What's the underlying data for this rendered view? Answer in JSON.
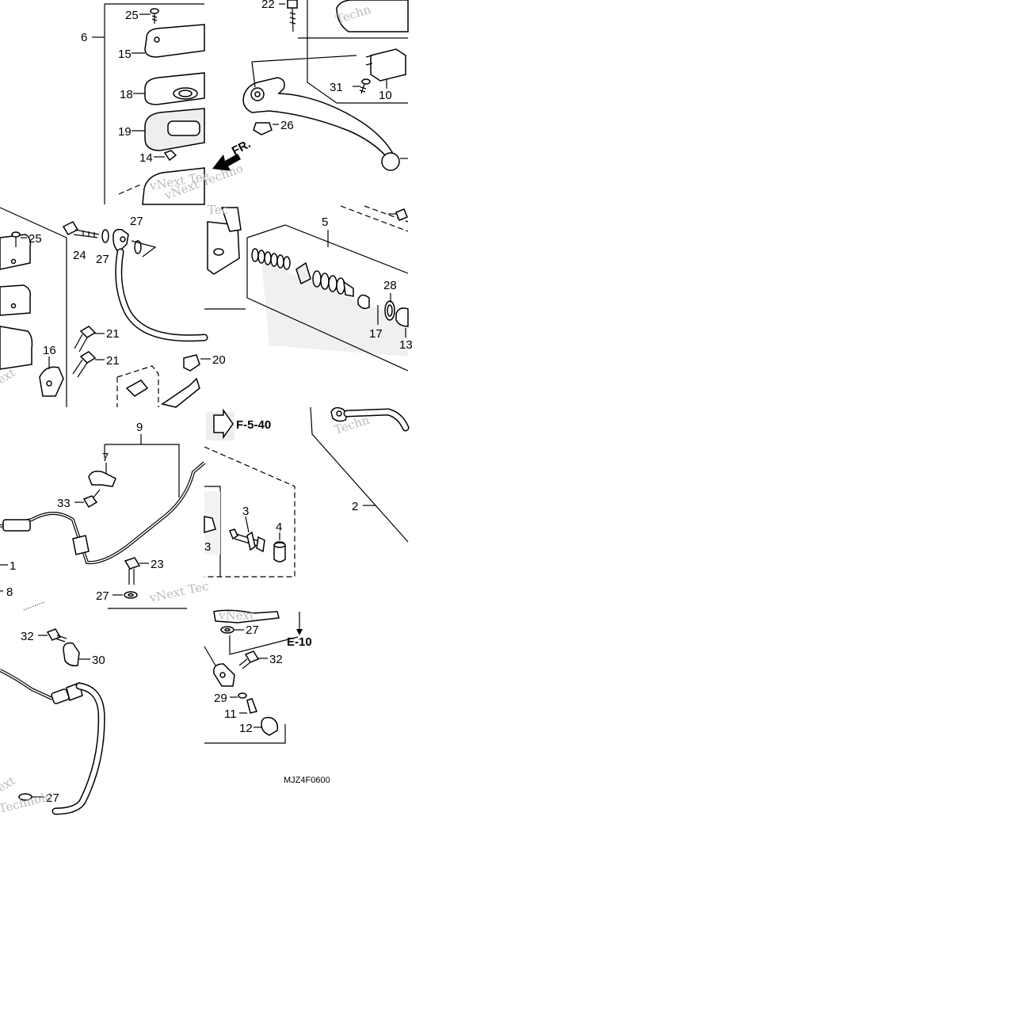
{
  "diagram": {
    "code": "MJZ4F0600",
    "references": [
      {
        "id": "ref-f-5-40",
        "text": "F-5-40"
      },
      {
        "id": "ref-e-10",
        "text": "E-10"
      },
      {
        "id": "ref-fr",
        "text": "FR."
      }
    ],
    "callouts": [
      "25",
      "6",
      "15",
      "18",
      "19",
      "14",
      "22",
      "31",
      "10",
      "26",
      "25",
      "24",
      "27",
      "27",
      "21",
      "21",
      "16",
      "20",
      "5",
      "28",
      "17",
      "13",
      "9",
      "7",
      "33",
      "1",
      "8",
      "23",
      "27",
      "3",
      "4",
      "3",
      "2",
      "32",
      "30",
      "27",
      "27",
      "32",
      "29",
      "11",
      "12"
    ],
    "watermarks": [
      "Techn",
      "vNext",
      "Tec",
      "vNext Techno",
      "Techn",
      "vNext Tec",
      "Technolo",
      "ext",
      "vNext Tec"
    ]
  }
}
